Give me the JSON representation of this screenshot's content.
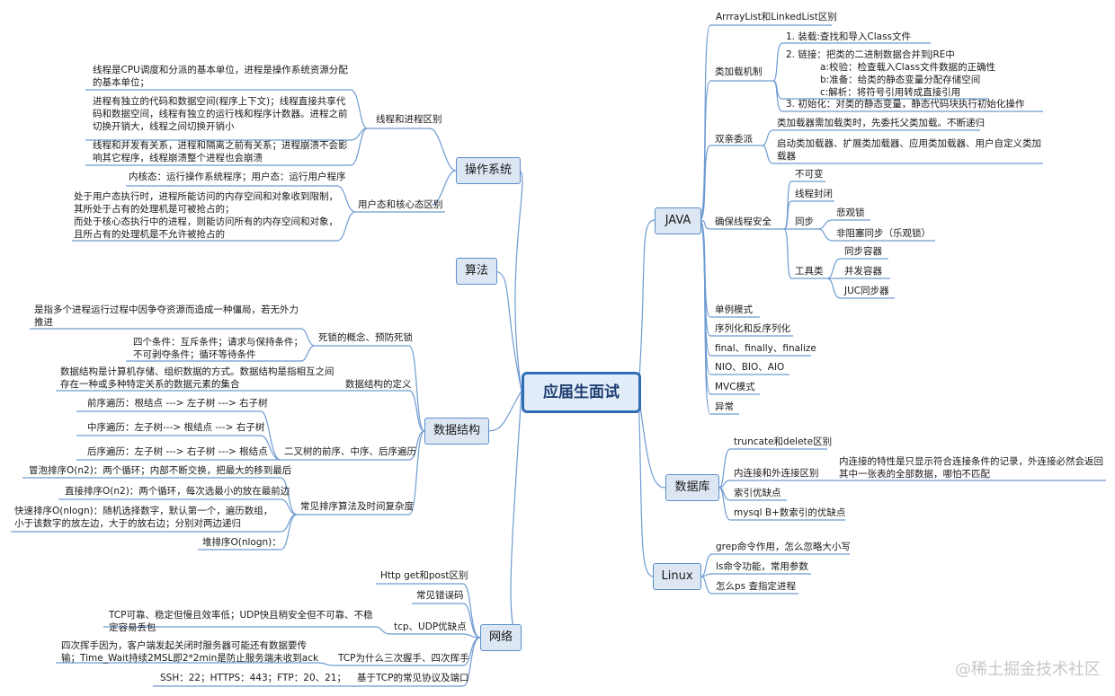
{
  "root": "应届生面试",
  "watermark": "@稀土掘金技术社区",
  "colors": {
    "line": "#6f9bd1",
    "branch_border": "#5b8fc9",
    "root_border": "#2f6db5"
  },
  "branches": {
    "os": "操作系统",
    "algo": "算法",
    "ds": "数据结构",
    "net": "网络",
    "java": "JAVA",
    "db": "数据库",
    "linux": "Linux"
  },
  "os": {
    "thread_title": "线程和进程区别",
    "thread_items": [
      "线程是CPU调度和分派的基本单位，进程是操作系统资源分配的基本单位；",
      "进程有独立的代码和数据空间(程序上下文)；线程直接共享代码和数据空间，线程有独立的运行栈和程序计数器。进程之前切换开销大，线程之间切换开销小",
      "线程和并发有关系，进程和隔离之前有关系；进程崩溃不会影响其它程序，线程崩溃整个进程也会崩溃"
    ],
    "mode_title": "用户态和核心态区别",
    "mode_items": [
      "内核态：运行操作系统程序；用户态：运行用户程序",
      "处于用户态执行时，进程所能访问的内存空间和对象收到限制，其所处于占有的处理机是可被抢占的；\n而处于核心态执行中的进程，则能访问所有的内存空间和对象，且所占有的处理机是不允许被抢占的"
    ]
  },
  "ds": {
    "deadlock_title": "死锁的概念、预防死锁",
    "deadlock_items": [
      "是指多个进程运行过程中因争夺资源而造成一种僵局，若无外力推进",
      "四个条件：互斥条件；请求与保持条件；不可剥夺条件；循环等待条件"
    ],
    "def_title": "数据结构的定义",
    "def_item": "数据结构是计算机存储、组织数据的方式。数据结构是指相互之间存在一种或多种特定关系的数据元素的集合",
    "tree_title": "二叉树的前序、中序、后序遍历",
    "tree_items": [
      "前序遍历：根结点 ---> 左子树 ---> 右子树",
      "中序遍历：左子树---> 根结点 ---> 右子树",
      "后序遍历：左子树 ---> 右子树 ---> 根结点"
    ],
    "sort_title": "常见排序算法及时间复杂度",
    "sort_items": [
      "冒泡排序O(n2)：两个循环；内部不断交换，把最大的移到最后",
      "直接排序O(n2)：两个循环，每次选最小的放在最前边",
      "快速排序O(nlogn)：随机选择数字，默认第一个，遍历数组，小于该数字的放左边，大于的放右边；分别对两边递归",
      "堆排序O(nlogn)："
    ]
  },
  "net": {
    "items": [
      "Http get和post区别",
      "常见错误码",
      "tcp、UDP优缺点",
      "TCP为什么三次握手、四次挥手",
      "基于TCP的常见协议及端口"
    ],
    "tcp_udp_detail": "TCP可靠、稳定但慢且效率低；UDP快且稍安全但不可靠、不稳定容易丢包",
    "handshake_detail": "四次挥手因为，客户端发起关闭时服务器可能还有数据要传输；Time_Wait持续2MSL即2*2min是防止服务端未收到ack",
    "ports_detail": "SSH：22；HTTPS：443；FTP：20、21；"
  },
  "java": {
    "list_diff": "ArrrayList和LinkedList区别",
    "classload_title": "类加载机制",
    "classload_1": "1. 装载:查找和导入Class文件",
    "classload_2": "2. 链接：把类的二进制数据合并到JRE中",
    "classload_2a": "a:校验：检查载入Class文件数据的正确性",
    "classload_2b": "b:准备：给类的静态变量分配存储空间",
    "classload_2c": "c:解析：将符号引用转成直接引用",
    "classload_3": "3. 初始化：对类的静态变量，静态代码块执行初始化操作",
    "parent_title": "双亲委派",
    "parent_1": "类加载器需加载类时，先委托父类加载。不断递归",
    "parent_2": "启动类加载器、扩展类加载器、应用类加载器、用户自定义类加载器",
    "safe_title": "确保线程安全",
    "safe_immutable": "不可变",
    "safe_confine": "线程封闭",
    "safe_sync": "同步",
    "safe_pessimistic": "悲观锁",
    "safe_nonblocking": "非阻塞同步（乐观锁）",
    "safe_tools": "工具类",
    "safe_tool_1": "同步容器",
    "safe_tool_2": "并发容器",
    "safe_tool_3": "JUC同步器",
    "others": [
      "单例模式",
      "序列化和反序列化",
      "final、finally、finalize",
      "NIO、BIO、AIO",
      "MVC模式",
      "异常"
    ]
  },
  "db": {
    "items": [
      "truncate和delete区别",
      "内连接和外连接区别",
      "索引优缺点",
      "mysql B+数索引的优缺点"
    ],
    "join_detail": "内连接的特性是只显示符合连接条件的记录，外连接必然会返回其中一张表的全部数据，哪怕不匹配"
  },
  "linux": {
    "items": [
      "grep命令作用，怎么忽略大小写",
      "ls命令功能，常用参数",
      "怎么ps 查指定进程"
    ]
  }
}
